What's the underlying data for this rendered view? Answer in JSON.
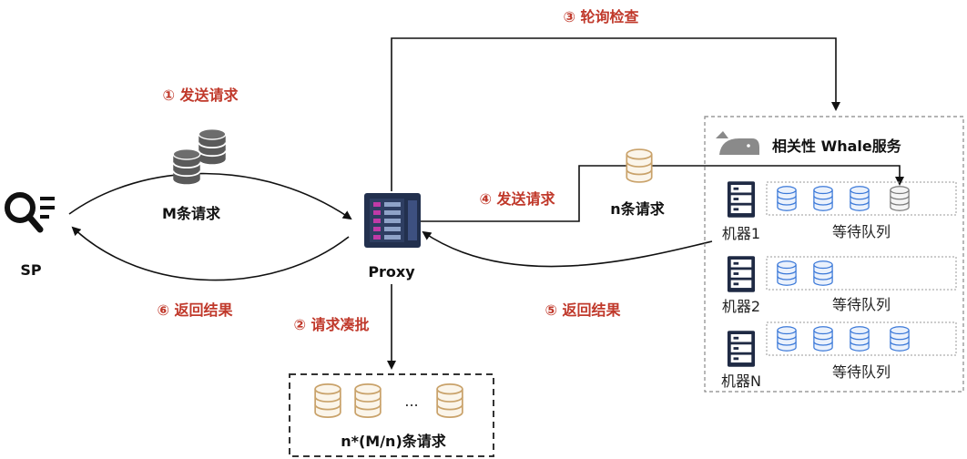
{
  "steps": {
    "send_request": "① 发送请求",
    "batch_requests": "② 请求凑批",
    "poll_check": "③ 轮询检查",
    "send_request_proxy": "④ 发送请求",
    "return_result_service": "⑤ 返回结果",
    "return_result_sp": "⑥ 返回结果"
  },
  "nodes": {
    "sp": "SP",
    "proxy": "Proxy",
    "m_requests": "M条请求",
    "n_requests": "n条请求",
    "batch_box": "n*(M/n)条请求",
    "batch_ellipsis": "...",
    "service_title": "相关性 Whale服务"
  },
  "machines": [
    {
      "name": "机器1",
      "queue_label": "等待队列",
      "queued_items": 4,
      "incoming_items": 1
    },
    {
      "name": "机器2",
      "queue_label": "等待队列",
      "queued_items": 2,
      "incoming_items": 0
    },
    {
      "name": "机器N",
      "queue_label": "等待队列",
      "queued_items": 4,
      "incoming_items": 0
    }
  ],
  "colors": {
    "step_label": "#c0392b",
    "edge": "#111111",
    "db_gray": "#5a5a5a",
    "db_gold": "#c9a26a",
    "db_blue": "#3a78d8",
    "server_dark": "#1f2a44",
    "proxy_screen": "#c03aa8",
    "whale": "#8a8a8a"
  },
  "icons": {
    "sp": "magnifier-list-icon",
    "proxy": "server-rack-icon",
    "machine": "server-icon",
    "service": "whale-icon",
    "request": "database-icon"
  }
}
